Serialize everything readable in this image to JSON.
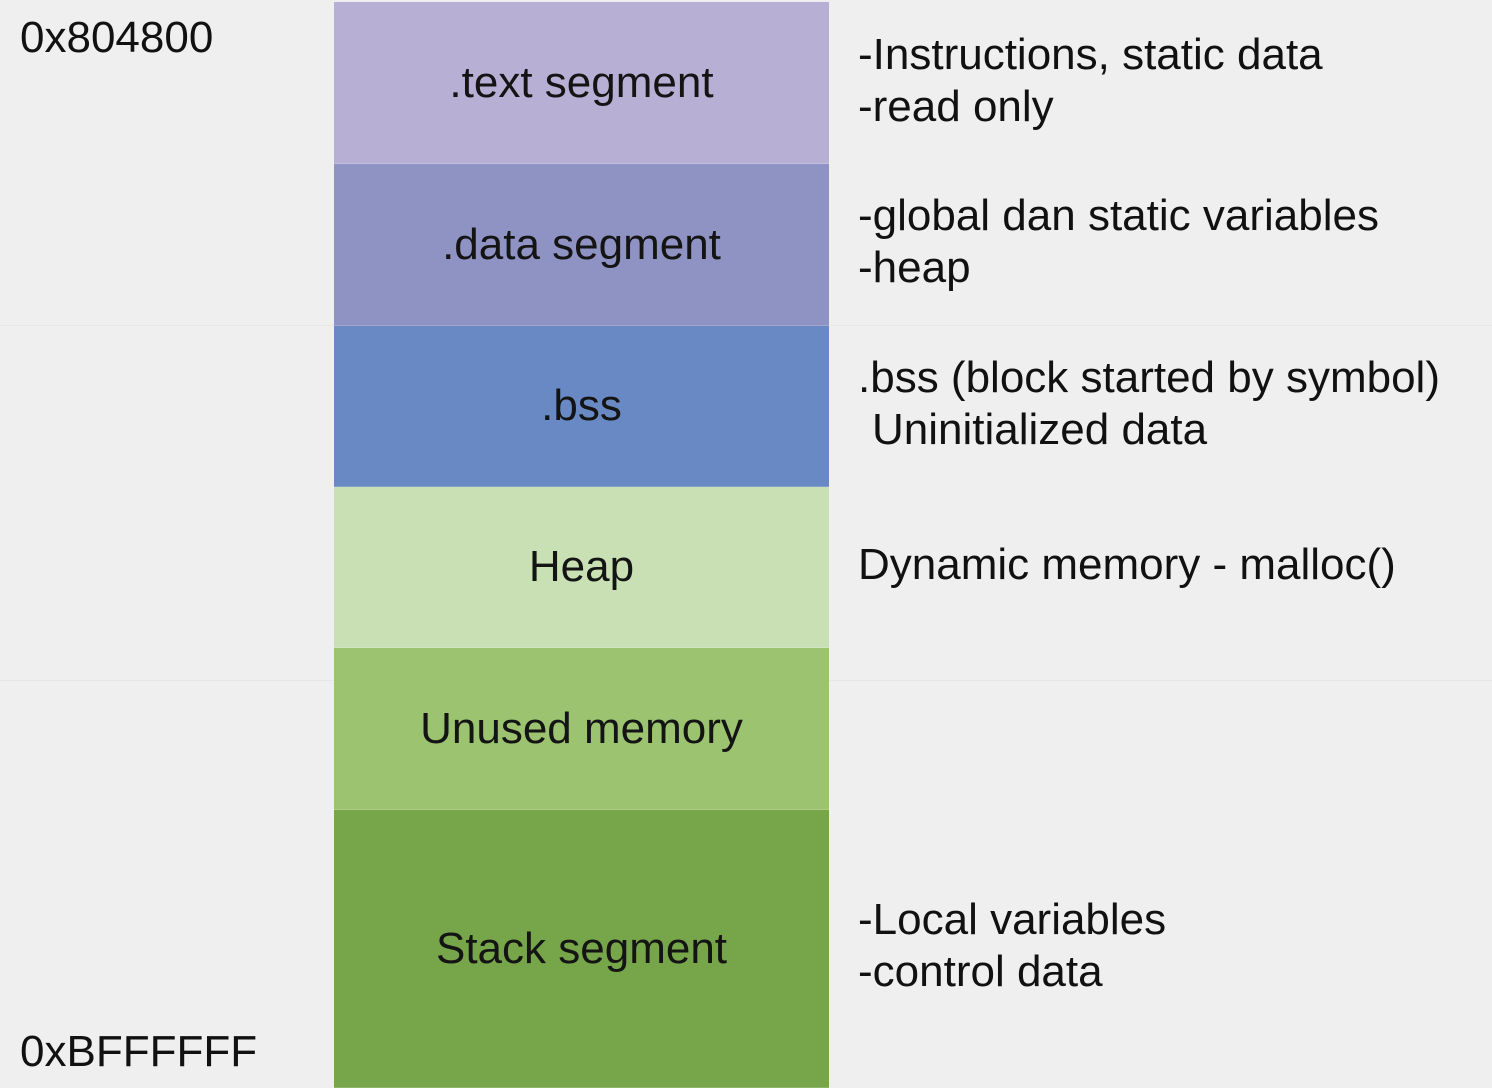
{
  "addresses": {
    "top": "0x804800",
    "bottom": "0xBFFFFFF"
  },
  "segments": [
    {
      "label": ".text segment",
      "color": "#b8afd4",
      "description": [
        "-Instructions, static data",
        "-read only"
      ]
    },
    {
      "label": ".data segment",
      "color": "#8f93c4",
      "description": [
        "-global dan static variables",
        "-heap"
      ]
    },
    {
      "label": ".bss",
      "color": "#6889c3",
      "description": [
        ".bss (block started by symbol)",
        "Uninitialized data"
      ]
    },
    {
      "label": "Heap",
      "color": "#c9e0b4",
      "description": [
        "Dynamic memory - malloc()"
      ]
    },
    {
      "label": "Unused memory",
      "color": "#9bc370",
      "description": []
    },
    {
      "label": "Stack segment",
      "color": "#76a54a",
      "description": [
        "-Local variables",
        "-control data"
      ]
    }
  ]
}
